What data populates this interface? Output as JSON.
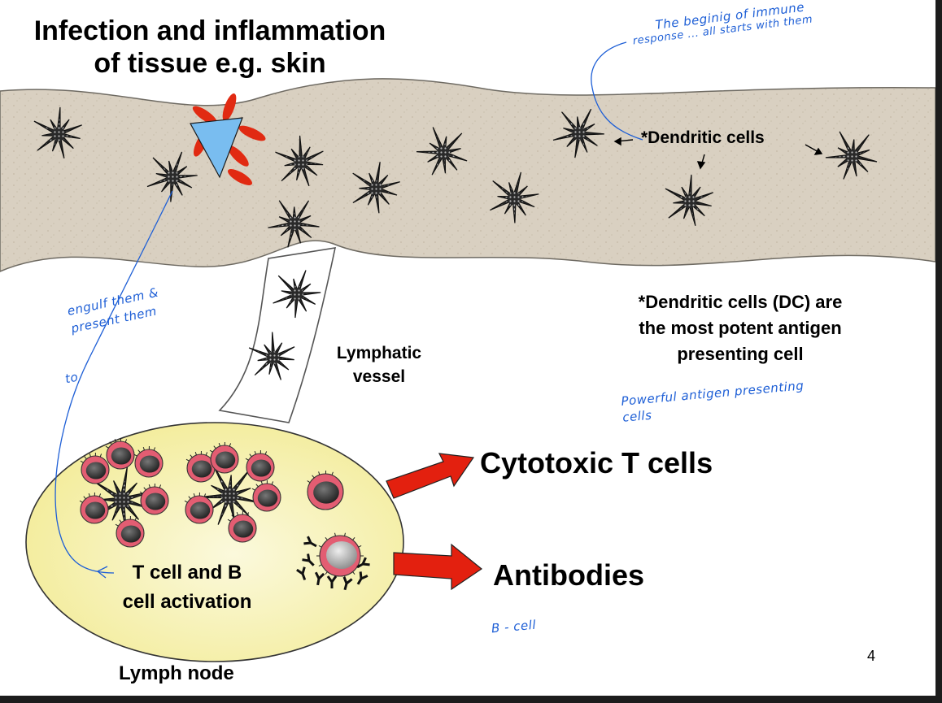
{
  "slide": {
    "title_line1": "Infection and inflammation",
    "title_line2": "of tissue e.g. skin",
    "dendritic_cells_label": "*Dendritic cells",
    "dc_note_line1": "*Dendritic cells (DC) are",
    "dc_note_line2": "the most potent antigen",
    "dc_note_line3": "presenting cell",
    "lymphatic_label_line1": "Lymphatic",
    "lymphatic_label_line2": "vessel",
    "activation_line1": "T cell and B",
    "activation_line2": "cell activation",
    "lymph_node_label": "Lymph node",
    "outcome_cytotoxic": "Cytotoxic T cells",
    "outcome_antibodies": "Antibodies",
    "page_number": "4"
  },
  "handwritten": {
    "note_top_line1": "The beginig of immune",
    "note_top_line2": "response ... all starts with them",
    "note_left_line1": "engulf them &",
    "note_left_line2": "present them",
    "note_left_line3": "to",
    "note_mid_line1": "Powerful antigen presenting",
    "note_mid_line2": "cells",
    "note_bottom": "B - cell"
  },
  "colors": {
    "tissue": "#d9d0c1",
    "lymph_node": "#f7f3b0",
    "arrow": "#e3200f",
    "pathogen": "#e12a12",
    "antigen": "#79bdf0",
    "ink": "#1e5fd6",
    "cell_rim": "#e35d72"
  }
}
